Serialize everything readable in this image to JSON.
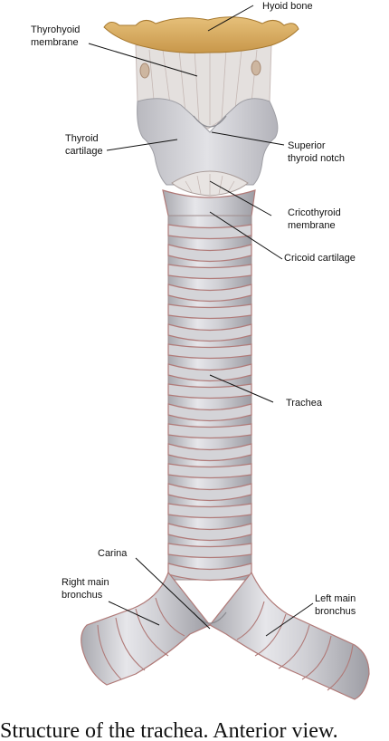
{
  "labels": {
    "hyoid_bone": "Hyoid bone",
    "thyrohyoid_1": "Thyrohyoid",
    "thyrohyoid_2": "membrane",
    "thyroid_cart_1": "Thyroid",
    "thyroid_cart_2": "cartilage",
    "superior_notch_1": "Superior",
    "superior_notch_2": "thyroid notch",
    "cricothyroid_1": "Cricothyroid",
    "cricothyroid_2": "membrane",
    "cricoid": "Cricoid cartilage",
    "trachea": "Trachea",
    "carina": "Carina",
    "right_bronchus_1": "Right main",
    "right_bronchus_2": "bronchus",
    "left_bronchus_1": "Left main",
    "left_bronchus_2": "bronchus"
  },
  "caption": "Structure of the trachea. Anterior view.",
  "colors": {
    "hyoid": "#d9ae5f",
    "cartilage": "#d4d4d8",
    "ring_outline": "#b07a78",
    "membrane": "#e4e0de"
  }
}
